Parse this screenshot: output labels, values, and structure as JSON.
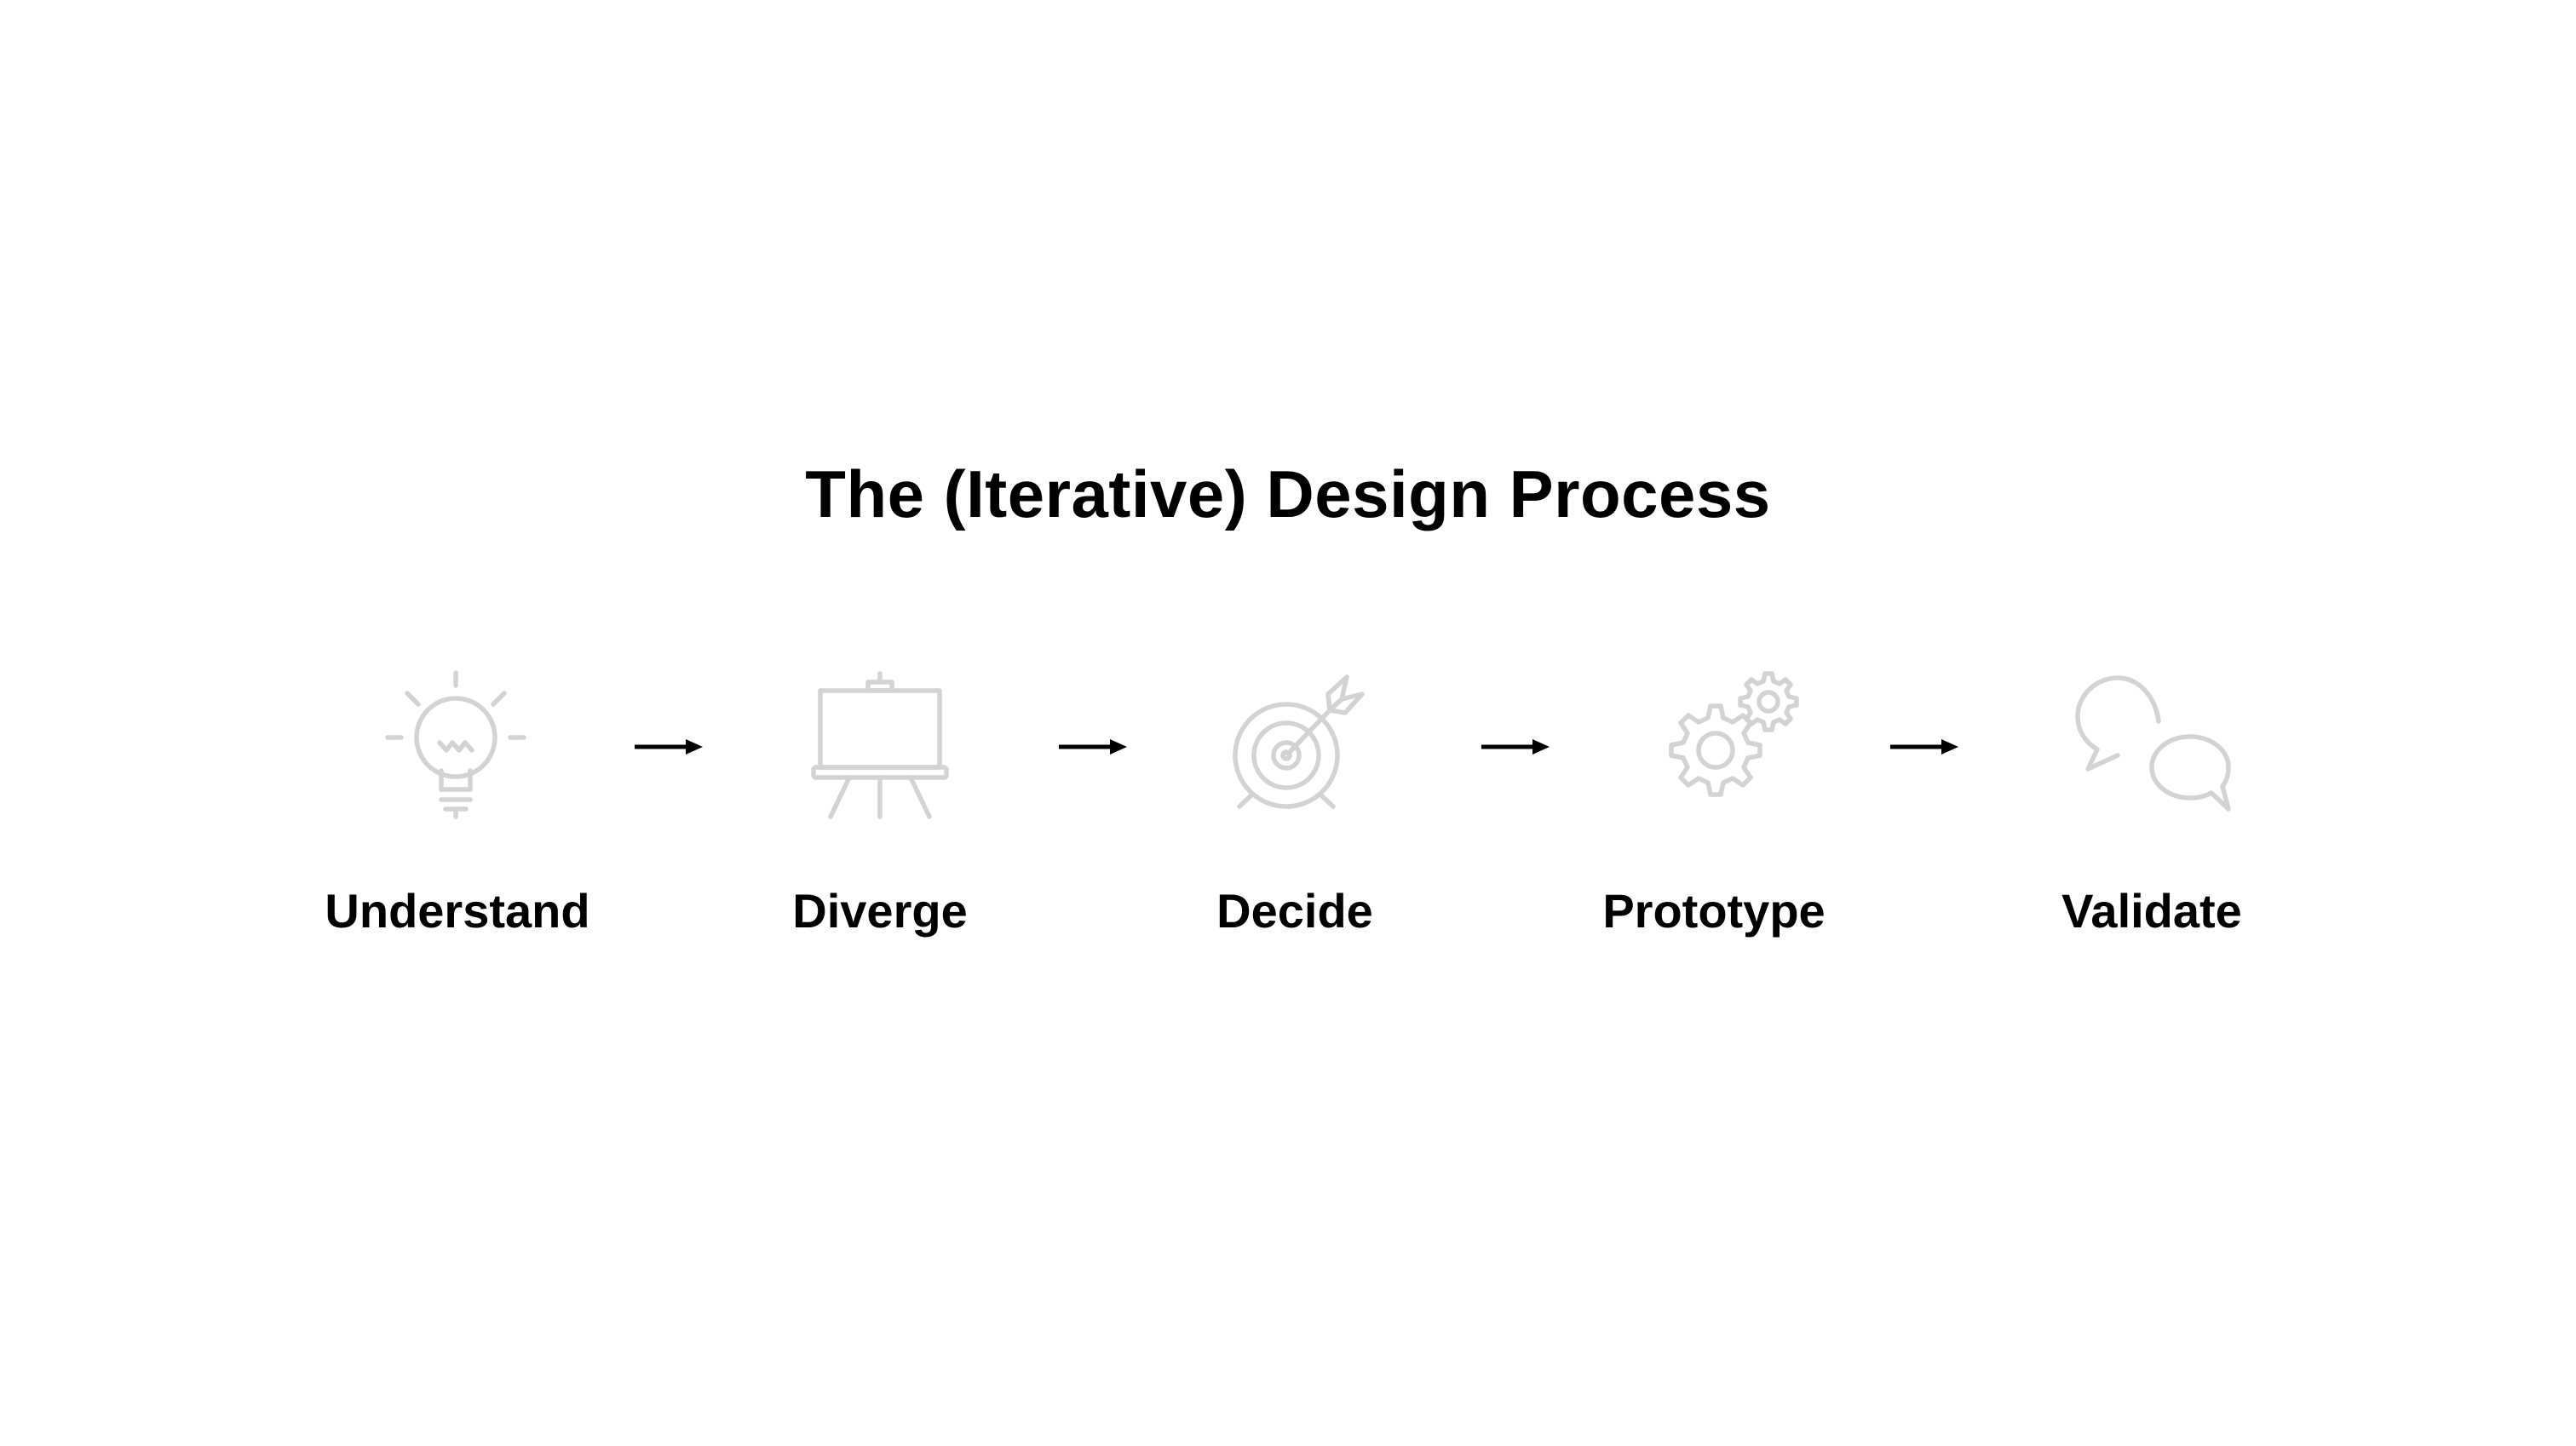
{
  "title": "The (Iterative) Design Process",
  "icon_color": "#d3d3d3",
  "text_color": "#000000",
  "steps": [
    {
      "label": "Understand",
      "icon": "lightbulb-icon"
    },
    {
      "label": "Diverge",
      "icon": "easel-icon"
    },
    {
      "label": "Decide",
      "icon": "target-icon"
    },
    {
      "label": "Prototype",
      "icon": "gears-icon"
    },
    {
      "label": "Validate",
      "icon": "speech-bubbles-icon"
    }
  ]
}
